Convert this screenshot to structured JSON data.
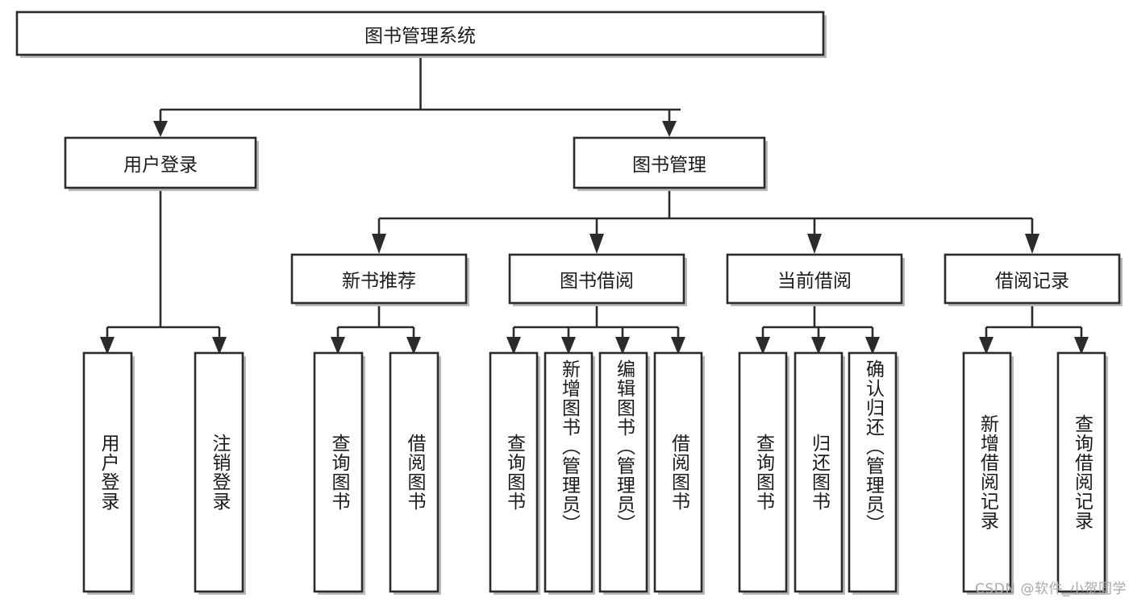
{
  "diagram": {
    "type": "tree-hierarchy",
    "title": "图书管理系统",
    "orientation": "top-down",
    "style": {
      "box_fill": "#ffffff",
      "box_stroke": "#2b2b2b",
      "text_color": "#1a1a1a",
      "shadow_color": "#b9b9b9",
      "watermark_color": "#a8a8a8"
    },
    "nodes": {
      "root": {
        "label": "图书管理系统",
        "level": 0,
        "orientation": "horizontal"
      },
      "l1": [
        {
          "id": "user-login",
          "label": "用户登录",
          "orientation": "horizontal"
        },
        {
          "id": "book-manage",
          "label": "图书管理",
          "orientation": "horizontal"
        }
      ],
      "l2": [
        {
          "id": "new-book-recommend",
          "label": "新书推荐",
          "parent": "book-manage",
          "orientation": "horizontal"
        },
        {
          "id": "book-borrow",
          "label": "图书借阅",
          "parent": "book-manage",
          "orientation": "horizontal"
        },
        {
          "id": "current-borrow",
          "label": "当前借阅",
          "parent": "book-manage",
          "orientation": "horizontal"
        },
        {
          "id": "borrow-record",
          "label": "借阅记录",
          "parent": "book-manage",
          "orientation": "horizontal"
        }
      ],
      "leaves": [
        {
          "id": "leaf-user-login",
          "label": "用户登录",
          "parent": "user-login",
          "orientation": "vertical"
        },
        {
          "id": "leaf-user-logout",
          "label": "注销登录",
          "parent": "user-login",
          "orientation": "vertical"
        },
        {
          "id": "leaf-query-book-rec",
          "label": "查询图书",
          "parent": "new-book-recommend",
          "orientation": "vertical"
        },
        {
          "id": "leaf-borrow-book-rec",
          "label": "借阅图书",
          "parent": "new-book-recommend",
          "orientation": "vertical"
        },
        {
          "id": "leaf-query-book-borrow",
          "label": "查询图书",
          "parent": "book-borrow",
          "orientation": "vertical"
        },
        {
          "id": "leaf-add-book",
          "label": "新增图书（管理员）",
          "parent": "book-borrow",
          "orientation": "vertical"
        },
        {
          "id": "leaf-edit-book",
          "label": "编辑图书（管理员）",
          "parent": "book-borrow",
          "orientation": "vertical"
        },
        {
          "id": "leaf-borrow-book",
          "label": "借阅图书",
          "parent": "book-borrow",
          "orientation": "vertical"
        },
        {
          "id": "leaf-query-book-cur",
          "label": "查询图书",
          "parent": "current-borrow",
          "orientation": "vertical"
        },
        {
          "id": "leaf-return-book",
          "label": "归还图书",
          "parent": "current-borrow",
          "orientation": "vertical"
        },
        {
          "id": "leaf-confirm-return",
          "label": "确认归还（管理员）",
          "parent": "current-borrow",
          "orientation": "vertical"
        },
        {
          "id": "leaf-add-record",
          "label": "新增借阅记录",
          "parent": "borrow-record",
          "orientation": "vertical"
        },
        {
          "id": "leaf-query-record",
          "label": "查询借阅记录",
          "parent": "borrow-record",
          "orientation": "vertical"
        }
      ]
    }
  },
  "watermark": {
    "text": "CSDN @软件_小贺同学"
  }
}
